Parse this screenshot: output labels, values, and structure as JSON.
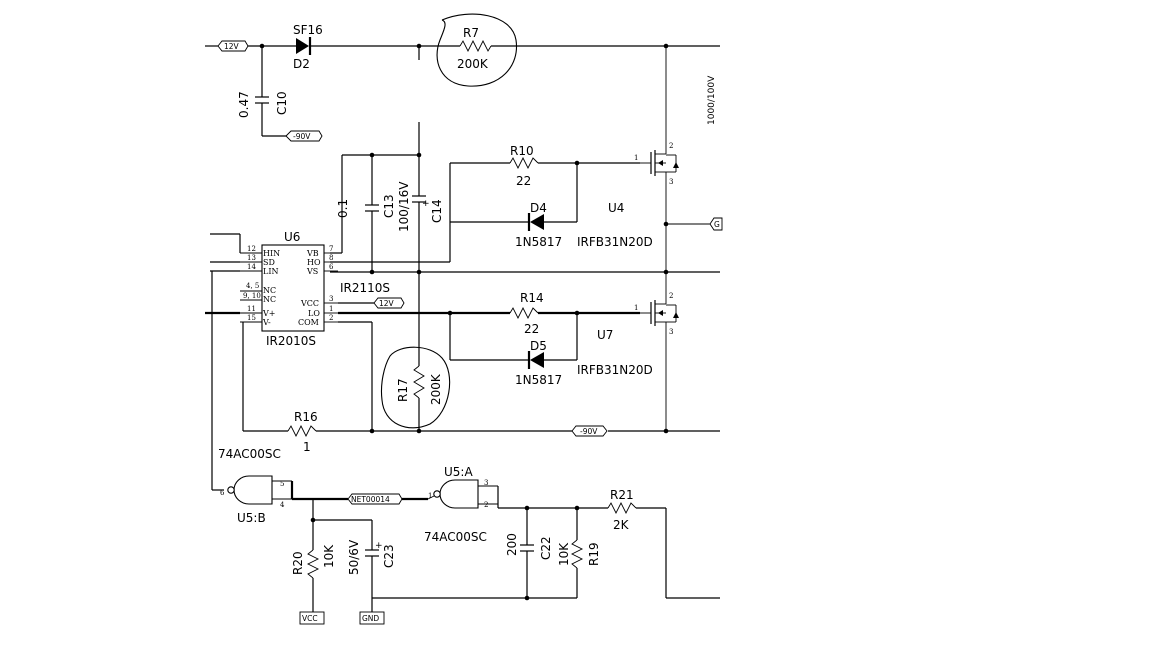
{
  "components": {
    "d2": {
      "ref": "D2",
      "part": "SF16"
    },
    "r7": {
      "ref": "R7",
      "value": "200K"
    },
    "c10": {
      "ref": "C10",
      "value": "0.47"
    },
    "r10": {
      "ref": "R10",
      "value": "22"
    },
    "d4": {
      "ref": "D4",
      "part": "1N5817"
    },
    "u4": {
      "ref": "U4",
      "part": "IRFB31N20D"
    },
    "c13": {
      "ref": "C13",
      "value": "0.1"
    },
    "c14": {
      "ref": "C14",
      "value": "100/16V"
    },
    "u6": {
      "ref": "U6",
      "part": "IR2010S",
      "alt_part": "IR2110S"
    },
    "r14": {
      "ref": "R14",
      "value": "22"
    },
    "d5": {
      "ref": "D5",
      "part": "1N5817"
    },
    "u7": {
      "ref": "U7",
      "part": "IRFB31N20D"
    },
    "r17": {
      "ref": "R17",
      "value": "200K"
    },
    "r16": {
      "ref": "R16",
      "value": "1"
    },
    "u5b": {
      "ref": "U5:B",
      "part": "74AC00SC"
    },
    "u5a": {
      "ref": "U5:A",
      "part": "74AC00SC"
    },
    "r20": {
      "ref": "R20",
      "value": "10K"
    },
    "c23": {
      "ref": "C23",
      "value": "50/6V"
    },
    "c22": {
      "ref": "C22",
      "value": "200"
    },
    "r19": {
      "ref": "R19",
      "value": "10K"
    },
    "r21": {
      "ref": "R21",
      "value": "2K"
    }
  },
  "ports": {
    "v12_top": "12V",
    "m90_c10": "-90V",
    "v12_vcc": "12V",
    "m90_bottom": "-90V",
    "net": "NET00014",
    "vcc": "VCC",
    "gnd": "GND",
    "right_partial": "G",
    "bus_label": "1000/100V"
  },
  "u6_pins": {
    "left": [
      {
        "num": "12",
        "name": "HIN"
      },
      {
        "num": "13",
        "name": "SD"
      },
      {
        "num": "14",
        "name": "LIN"
      },
      {
        "num": "4, 5",
        "name": "NC"
      },
      {
        "num": "9, 10",
        "name": "NC"
      },
      {
        "num": "11",
        "name": "V+"
      },
      {
        "num": "15",
        "name": "V-"
      }
    ],
    "right": [
      {
        "num": "7",
        "name": "VB"
      },
      {
        "num": "8",
        "name": "HO"
      },
      {
        "num": "6",
        "name": "VS"
      },
      {
        "num": "3",
        "name": "VCC"
      },
      {
        "num": "1",
        "name": "LO"
      },
      {
        "num": "2",
        "name": "COM"
      }
    ]
  },
  "gate_pins": {
    "u5b_out": "6",
    "u5b_in1": "5",
    "u5b_in2": "4",
    "u5a_out": "1",
    "u5a_in1": "3",
    "u5a_in2": "2",
    "mos_gate": "1",
    "mos_drain": "2",
    "mos_source": "3"
  }
}
